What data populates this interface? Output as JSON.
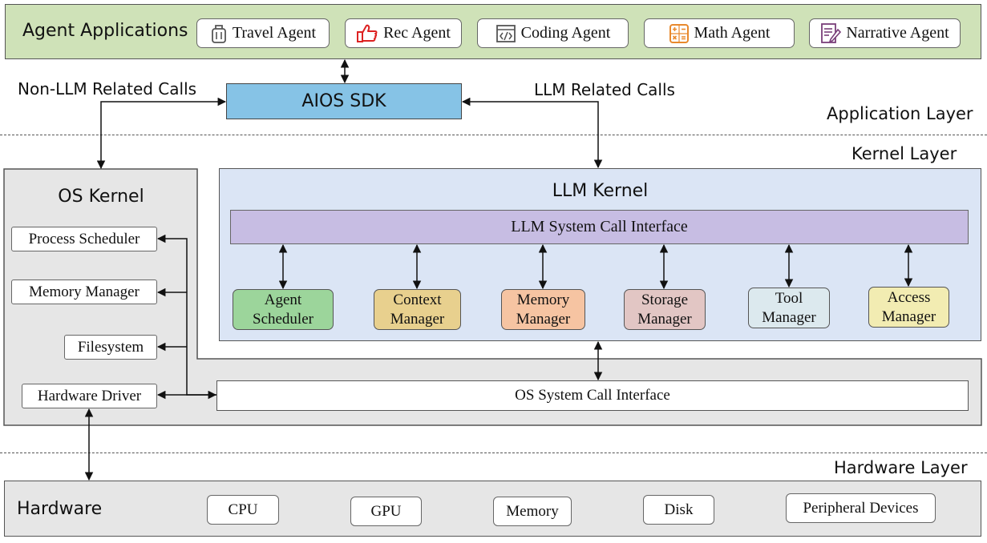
{
  "application_layer": {
    "title": "Agent Applications",
    "agents": [
      {
        "label": "Travel Agent",
        "icon": "luggage-icon"
      },
      {
        "label": "Rec Agent",
        "icon": "thumbs-up-icon"
      },
      {
        "label": "Coding Agent",
        "icon": "code-window-icon"
      },
      {
        "label": "Math Agent",
        "icon": "calculator-icon"
      },
      {
        "label": "Narrative Agent",
        "icon": "document-pen-icon"
      }
    ],
    "sdk": "AIOS SDK",
    "non_llm_calls": "Non-LLM Related Calls",
    "llm_calls": "LLM Related Calls",
    "layer_label": "Application Layer"
  },
  "kernel_layer": {
    "layer_label": "Kernel Layer",
    "os_kernel": {
      "title": "OS Kernel",
      "items": [
        "Process Scheduler",
        "Memory Manager",
        "Filesystem",
        "Hardware Driver"
      ],
      "syscall_interface": "OS System Call Interface"
    },
    "llm_kernel": {
      "title": "LLM Kernel",
      "syscall_interface": "LLM System Call Interface",
      "modules": [
        {
          "label": "Agent\nScheduler",
          "color": "#9cd59b"
        },
        {
          "label": "Context\nManager",
          "color": "#e8d08e"
        },
        {
          "label": "Memory\nManager",
          "color": "#f6c4a2"
        },
        {
          "label": "Storage\nManager",
          "color": "#e2c6c4"
        },
        {
          "label": "Tool\nManager",
          "color": "#dce9ee"
        },
        {
          "label": "Access\nManager",
          "color": "#f2ecb2"
        }
      ]
    }
  },
  "hardware_layer": {
    "layer_label": "Hardware Layer",
    "title": "Hardware",
    "items": [
      "CPU",
      "GPU",
      "Memory",
      "Disk",
      "Peripheral Devices"
    ]
  },
  "colors": {
    "apps_band": "#cfe2b8",
    "sdk": "#86c3e6",
    "llm_kernel_bg": "#dbe5f5",
    "llm_syscall": "#c7bde3",
    "os_region": "#e6e6e6"
  }
}
